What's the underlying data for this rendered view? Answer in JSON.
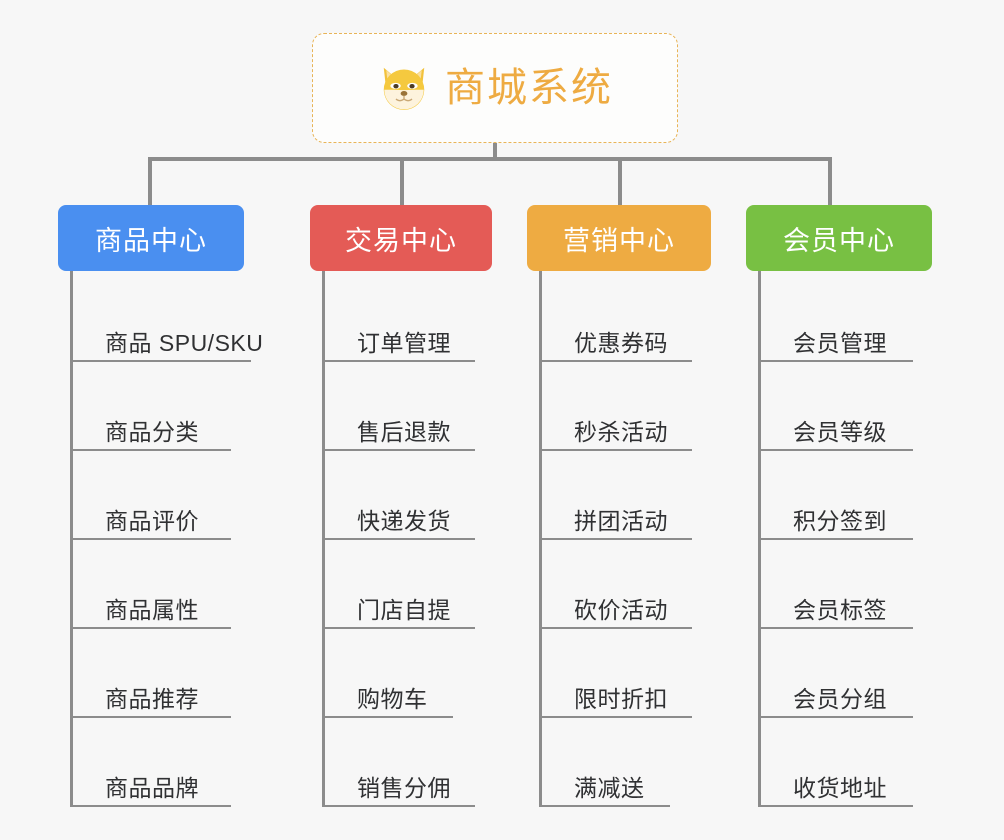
{
  "root": {
    "title": "商城系统",
    "icon": "shiba-dog-icon",
    "border_color": "#e8b457",
    "text_color": "#eeab42",
    "background": "#fdfdfc"
  },
  "canvas": {
    "background": "#f7f7f7",
    "connector_color": "#8c8c8c"
  },
  "columns": [
    {
      "id": "product-center",
      "title": "商品中心",
      "color": "#4a8ff0",
      "items": [
        "商品 SPU/SKU",
        "商品分类",
        "商品评价",
        "商品属性",
        "商品推荐",
        "商品品牌"
      ]
    },
    {
      "id": "trade-center",
      "title": "交易中心",
      "color": "#e45b56",
      "items": [
        "订单管理",
        "售后退款",
        "快递发货",
        "门店自提",
        "购物车",
        "销售分佣"
      ]
    },
    {
      "id": "marketing-center",
      "title": "营销中心",
      "color": "#eeab42",
      "items": [
        "优惠券码",
        "秒杀活动",
        "拼团活动",
        "砍价活动",
        "限时折扣",
        "满减送"
      ]
    },
    {
      "id": "member-center",
      "title": "会员中心",
      "color": "#78c043",
      "items": [
        "会员管理",
        "会员等级",
        "积分签到",
        "会员标签",
        "会员分组",
        "收货地址"
      ]
    }
  ]
}
